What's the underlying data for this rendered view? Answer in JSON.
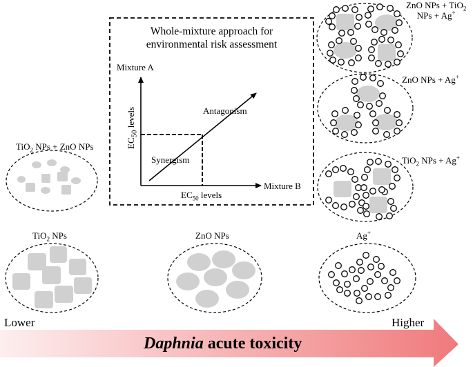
{
  "box": {
    "title_line1": "Whole-mixture approach for",
    "title_line2": "environmental risk assessment",
    "y_axis_label": "Mixture A",
    "x_axis_label": "Mixture B",
    "y_level_pre": "EC",
    "y_level_sub": "50",
    "y_level_post": " levels",
    "x_level_pre": "EC",
    "x_level_sub": "50",
    "x_level_post": " levels",
    "antagonism": "Antagonism",
    "synergism": "Synergism"
  },
  "labels": {
    "tio2_zno_pre": "TiO",
    "tio2_zno_sub": "2",
    "tio2_zno_post": " NPs + ZnO NPs",
    "tio2_pre": "TiO",
    "tio2_sub": "2",
    "tio2_post": " NPs",
    "zno": "ZnO NPs",
    "ag_pre": "Ag",
    "ag_sup": "+",
    "zno_tio2_ag_line1": "ZnO NPs + TiO",
    "zno_tio2_ag_sub": "2",
    "zno_tio2_ag_line2_pre": "NPs + Ag",
    "zno_tio2_ag_sup": "+",
    "zno_ag_pre": "ZnO NPs + Ag",
    "zno_ag_sup": "+",
    "tio2_ag_pre": "TiO",
    "tio2_ag_sub": "2",
    "tio2_ag_mid": " NPs + Ag",
    "tio2_ag_sup": "+"
  },
  "scale": {
    "lower": "Lower",
    "higher": "Higher",
    "arrow_italic": "Daphnia",
    "arrow_rest": " acute toxicity"
  },
  "colors": {
    "particle_fill": "#d0d0d0",
    "arrow_light": "#fbe3e3",
    "arrow_dark": "#f0787a"
  }
}
